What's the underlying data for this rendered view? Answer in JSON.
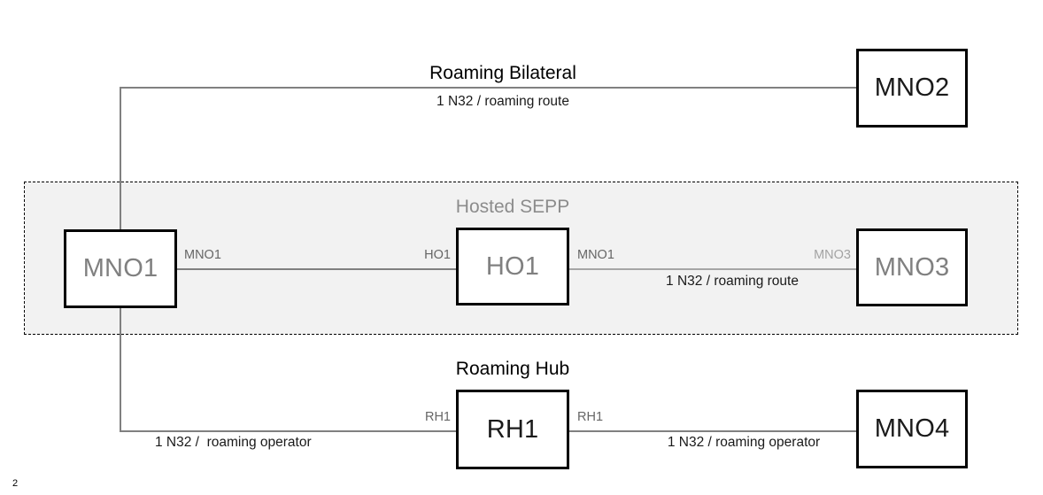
{
  "page": {
    "page_number": "2",
    "background_color": "#ffffff"
  },
  "region": {
    "name": "hosted-sepp-region",
    "title": "Hosted SEPP",
    "title_color": "#8c8c8c",
    "fill_color": "#f2f2f2",
    "border_style": "dashed"
  },
  "groups": {
    "roaming_bilateral": "Roaming Bilateral",
    "roaming_hub": "Roaming Hub"
  },
  "nodes": {
    "mno1": "MNO1",
    "mno2": "MNO2",
    "mno3": "MNO3",
    "mno4": "MNO4",
    "ho1": "HO1",
    "rh1": "RH1"
  },
  "edges": {
    "bilateral": {
      "sub_label": "1 N32 / roaming route"
    },
    "mno1_to_ho1": {
      "left_endpoint": "MNO1",
      "right_endpoint": "HO1"
    },
    "ho1_to_mno3": {
      "left_endpoint": "MNO1",
      "right_endpoint": "MNO3",
      "sub_label": "1 N32 / roaming route"
    },
    "mno1_to_rh1": {
      "right_endpoint": "RH1",
      "sub_label": "1 N32 /  roaming operator"
    },
    "rh1_to_mno4": {
      "left_endpoint": "RH1",
      "sub_label": "1 N32 / roaming operator"
    }
  },
  "colors": {
    "line": "#808080",
    "line_light": "#a6a6a6",
    "node_border": "#000000",
    "node_text_black": "#1a1a1a",
    "node_text_grey": "#808080"
  }
}
